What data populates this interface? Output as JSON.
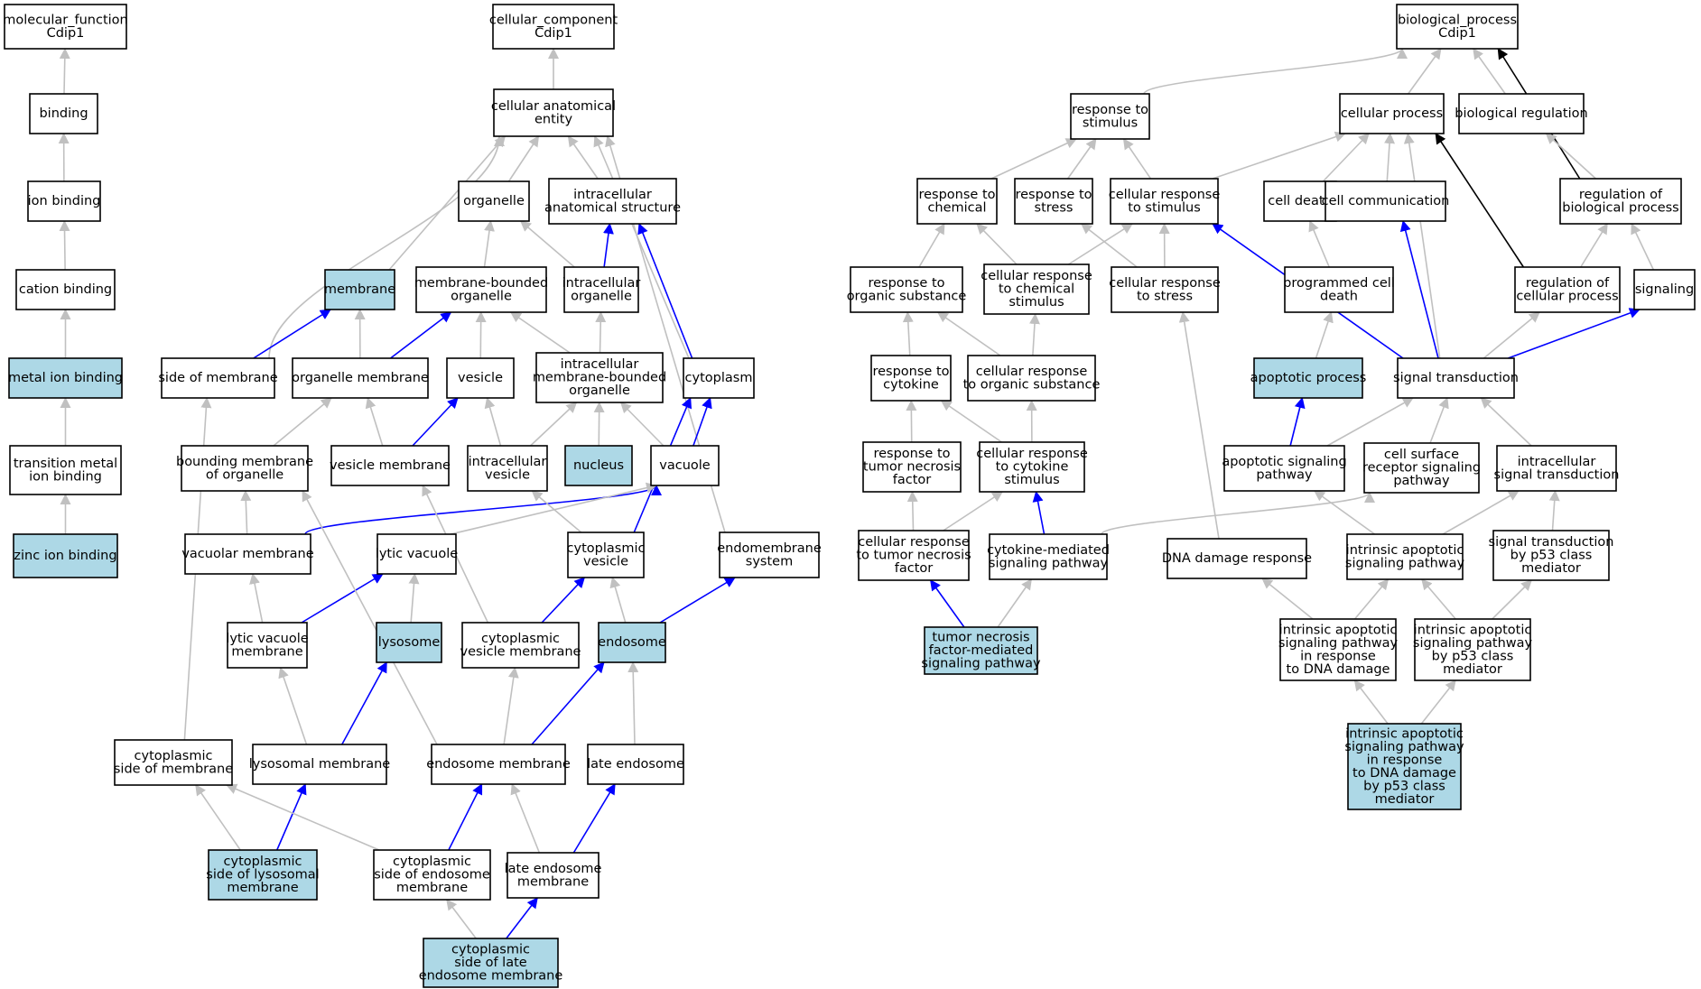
{
  "colors": {
    "highlight": "#add8e6",
    "plain": "#ffffff",
    "gray_edge": "#c0c0c0",
    "blue_edge": "#0000ff",
    "black_edge": "#000000"
  },
  "nodes": [
    {
      "id": "mf",
      "lines": [
        "molecular_function",
        "Cdip1"
      ],
      "hl": false
    },
    {
      "id": "binding",
      "lines": [
        "binding"
      ],
      "hl": false
    },
    {
      "id": "ionbind",
      "lines": [
        "ion binding"
      ],
      "hl": false
    },
    {
      "id": "cation",
      "lines": [
        "cation binding"
      ],
      "hl": false
    },
    {
      "id": "metal",
      "lines": [
        "metal ion binding"
      ],
      "hl": true
    },
    {
      "id": "transmetal",
      "lines": [
        "transition metal",
        "ion binding"
      ],
      "hl": false
    },
    {
      "id": "zinc",
      "lines": [
        "zinc ion binding"
      ],
      "hl": true
    },
    {
      "id": "cc",
      "lines": [
        "cellular_component",
        "Cdip1"
      ],
      "hl": false
    },
    {
      "id": "cae",
      "lines": [
        "cellular anatomical",
        "entity"
      ],
      "hl": false
    },
    {
      "id": "organelle",
      "lines": [
        "organelle"
      ],
      "hl": false
    },
    {
      "id": "ias",
      "lines": [
        "intracellular",
        "anatomical structure"
      ],
      "hl": false
    },
    {
      "id": "membrane",
      "lines": [
        "membrane"
      ],
      "hl": true
    },
    {
      "id": "mbo",
      "lines": [
        "membrane-bounded",
        "organelle"
      ],
      "hl": false
    },
    {
      "id": "intraorg",
      "lines": [
        "intracellular",
        "organelle"
      ],
      "hl": false
    },
    {
      "id": "sideofmem",
      "lines": [
        "side of membrane"
      ],
      "hl": false
    },
    {
      "id": "orgmem",
      "lines": [
        "organelle membrane"
      ],
      "hl": false
    },
    {
      "id": "vesicle",
      "lines": [
        "vesicle"
      ],
      "hl": false
    },
    {
      "id": "imbo",
      "lines": [
        "intracellular",
        "membrane-bounded",
        "organelle"
      ],
      "hl": false
    },
    {
      "id": "cytoplasm",
      "lines": [
        "cytoplasm"
      ],
      "hl": false
    },
    {
      "id": "bmo",
      "lines": [
        "bounding membrane",
        "of organelle"
      ],
      "hl": false
    },
    {
      "id": "vesmem",
      "lines": [
        "vesicle membrane"
      ],
      "hl": false
    },
    {
      "id": "intraves",
      "lines": [
        "intracellular",
        "vesicle"
      ],
      "hl": false
    },
    {
      "id": "nucleus",
      "lines": [
        "nucleus"
      ],
      "hl": true
    },
    {
      "id": "vacuole",
      "lines": [
        "vacuole"
      ],
      "hl": false
    },
    {
      "id": "vacmem",
      "lines": [
        "vacuolar membrane"
      ],
      "hl": false
    },
    {
      "id": "lyticvac",
      "lines": [
        "lytic vacuole"
      ],
      "hl": false
    },
    {
      "id": "cytoves",
      "lines": [
        "cytoplasmic",
        "vesicle"
      ],
      "hl": false
    },
    {
      "id": "endomem",
      "lines": [
        "endomembrane",
        "system"
      ],
      "hl": false
    },
    {
      "id": "lvm",
      "lines": [
        "lytic vacuole",
        "membrane"
      ],
      "hl": false
    },
    {
      "id": "lysosome",
      "lines": [
        "lysosome"
      ],
      "hl": true
    },
    {
      "id": "cvm",
      "lines": [
        "cytoplasmic",
        "vesicle membrane"
      ],
      "hl": false
    },
    {
      "id": "endosome",
      "lines": [
        "endosome"
      ],
      "hl": true
    },
    {
      "id": "csm",
      "lines": [
        "cytoplasmic",
        "side of membrane"
      ],
      "hl": false
    },
    {
      "id": "lysomem",
      "lines": [
        "lysosomal membrane"
      ],
      "hl": false
    },
    {
      "id": "endomemb",
      "lines": [
        "endosome membrane"
      ],
      "hl": false
    },
    {
      "id": "lateendo",
      "lines": [
        "late endosome"
      ],
      "hl": false
    },
    {
      "id": "cslm",
      "lines": [
        "cytoplasmic",
        "side of lysosomal",
        "membrane"
      ],
      "hl": true
    },
    {
      "id": "csem",
      "lines": [
        "cytoplasmic",
        "side of endosome",
        "membrane"
      ],
      "hl": false
    },
    {
      "id": "lem",
      "lines": [
        "late endosome",
        "membrane"
      ],
      "hl": false
    },
    {
      "id": "csle",
      "lines": [
        "cytoplasmic",
        "side of late",
        "endosome membrane"
      ],
      "hl": true
    },
    {
      "id": "bp",
      "lines": [
        "biological_process",
        "Cdip1"
      ],
      "hl": false
    },
    {
      "id": "respstim",
      "lines": [
        "response to",
        "stimulus"
      ],
      "hl": false
    },
    {
      "id": "cellproc",
      "lines": [
        "cellular process"
      ],
      "hl": false
    },
    {
      "id": "bioreg",
      "lines": [
        "biological regulation"
      ],
      "hl": false
    },
    {
      "id": "respchem",
      "lines": [
        "response to",
        "chemical"
      ],
      "hl": false
    },
    {
      "id": "respstress",
      "lines": [
        "response to",
        "stress"
      ],
      "hl": false
    },
    {
      "id": "crstim",
      "lines": [
        "cellular response",
        "to stimulus"
      ],
      "hl": false
    },
    {
      "id": "celldeath",
      "lines": [
        "cell death"
      ],
      "hl": false
    },
    {
      "id": "cellcomm",
      "lines": [
        "cell communication"
      ],
      "hl": false
    },
    {
      "id": "regbp",
      "lines": [
        "regulation of",
        "biological process"
      ],
      "hl": false
    },
    {
      "id": "resporg",
      "lines": [
        "response to",
        "organic substance"
      ],
      "hl": false
    },
    {
      "id": "crchem",
      "lines": [
        "cellular response",
        "to chemical",
        "stimulus"
      ],
      "hl": false
    },
    {
      "id": "crstress",
      "lines": [
        "cellular response",
        "to stress"
      ],
      "hl": false
    },
    {
      "id": "pcd",
      "lines": [
        "programmed cell",
        "death"
      ],
      "hl": false
    },
    {
      "id": "regcp",
      "lines": [
        "regulation of",
        "cellular process"
      ],
      "hl": false
    },
    {
      "id": "signaling",
      "lines": [
        "signaling"
      ],
      "hl": false
    },
    {
      "id": "respcyto",
      "lines": [
        "response to",
        "cytokine"
      ],
      "hl": false
    },
    {
      "id": "crorg",
      "lines": [
        "cellular response",
        "to organic substance"
      ],
      "hl": false
    },
    {
      "id": "apoptotic",
      "lines": [
        "apoptotic process"
      ],
      "hl": true
    },
    {
      "id": "sigtrans",
      "lines": [
        "signal transduction"
      ],
      "hl": false
    },
    {
      "id": "resptnf",
      "lines": [
        "response to",
        "tumor necrosis",
        "factor"
      ],
      "hl": false
    },
    {
      "id": "crcyto",
      "lines": [
        "cellular response",
        "to cytokine",
        "stimulus"
      ],
      "hl": false
    },
    {
      "id": "asp",
      "lines": [
        "apoptotic signaling",
        "pathway"
      ],
      "hl": false
    },
    {
      "id": "csrsp",
      "lines": [
        "cell surface",
        "receptor signaling",
        "pathway"
      ],
      "hl": false
    },
    {
      "id": "ist",
      "lines": [
        "intracellular",
        "signal transduction"
      ],
      "hl": false
    },
    {
      "id": "crtnf",
      "lines": [
        "cellular response",
        "to tumor necrosis",
        "factor"
      ],
      "hl": false
    },
    {
      "id": "cmsp",
      "lines": [
        "cytokine-mediated",
        "signaling pathway"
      ],
      "hl": false
    },
    {
      "id": "dnadmg",
      "lines": [
        "DNA damage response"
      ],
      "hl": false
    },
    {
      "id": "iasp",
      "lines": [
        "intrinsic apoptotic",
        "signaling pathway"
      ],
      "hl": false
    },
    {
      "id": "stp53",
      "lines": [
        "signal transduction",
        "by p53 class",
        "mediator"
      ],
      "hl": false
    },
    {
      "id": "tnfsp",
      "lines": [
        "tumor necrosis",
        "factor-mediated",
        "signaling pathway"
      ],
      "hl": true
    },
    {
      "id": "iaspdna",
      "lines": [
        "intrinsic apoptotic",
        "signaling pathway",
        "in response",
        "to DNA damage"
      ],
      "hl": false
    },
    {
      "id": "iaspp53",
      "lines": [
        "intrinsic apoptotic",
        "signaling pathway",
        "by p53 class",
        "mediator"
      ],
      "hl": false
    },
    {
      "id": "iaspdnap53",
      "lines": [
        "intrinsic apoptotic",
        "signaling pathway",
        "in response",
        "to DNA damage",
        "by p53 class",
        "mediator"
      ],
      "hl": true
    }
  ],
  "edges": [
    [
      "binding",
      "mf",
      "gray"
    ],
    [
      "ionbind",
      "binding",
      "gray"
    ],
    [
      "cation",
      "ionbind",
      "gray"
    ],
    [
      "metal",
      "cation",
      "gray"
    ],
    [
      "transmetal",
      "metal",
      "gray"
    ],
    [
      "zinc",
      "transmetal",
      "gray"
    ],
    [
      "cae",
      "cc",
      "gray"
    ],
    [
      "organelle",
      "cae",
      "gray"
    ],
    [
      "ias",
      "cae",
      "gray"
    ],
    [
      "membrane",
      "cae",
      "gray"
    ],
    [
      "sideofmem",
      "cae",
      "gray"
    ],
    [
      "cytoplasm",
      "cae",
      "gray"
    ],
    [
      "endomem",
      "cae",
      "gray"
    ],
    [
      "mbo",
      "organelle",
      "gray"
    ],
    [
      "intraorg",
      "organelle",
      "gray"
    ],
    [
      "intraorg",
      "ias",
      "blue"
    ],
    [
      "cytoplasm",
      "ias",
      "blue"
    ],
    [
      "sideofmem",
      "membrane",
      "blue"
    ],
    [
      "orgmem",
      "membrane",
      "gray"
    ],
    [
      "orgmem",
      "mbo",
      "blue"
    ],
    [
      "vesicle",
      "mbo",
      "gray"
    ],
    [
      "imbo",
      "mbo",
      "gray"
    ],
    [
      "imbo",
      "intraorg",
      "gray"
    ],
    [
      "bmo",
      "orgmem",
      "gray"
    ],
    [
      "vesmem",
      "orgmem",
      "gray"
    ],
    [
      "vesmem",
      "vesicle",
      "blue"
    ],
    [
      "intraves",
      "vesicle",
      "gray"
    ],
    [
      "intraves",
      "imbo",
      "gray"
    ],
    [
      "nucleus",
      "imbo",
      "gray"
    ],
    [
      "vacuole",
      "imbo",
      "gray"
    ],
    [
      "vacuole",
      "cytoplasm",
      "blue"
    ],
    [
      "cytoves",
      "cytoplasm",
      "blue"
    ],
    [
      "csm",
      "sideofmem",
      "gray"
    ],
    [
      "vacmem",
      "bmo",
      "gray"
    ],
    [
      "vacmem",
      "vacuole",
      "blue"
    ],
    [
      "lyticvac",
      "vacuole",
      "gray"
    ],
    [
      "cvm",
      "vesmem",
      "gray"
    ],
    [
      "cytoves",
      "intraves",
      "gray"
    ],
    [
      "lvm",
      "vacmem",
      "gray"
    ],
    [
      "lvm",
      "lyticvac",
      "blue"
    ],
    [
      "lysosome",
      "lyticvac",
      "gray"
    ],
    [
      "cvm",
      "cytoves",
      "blue"
    ],
    [
      "endosome",
      "cytoves",
      "gray"
    ],
    [
      "endosome",
      "endomem",
      "blue"
    ],
    [
      "lysomem",
      "lvm",
      "gray"
    ],
    [
      "lysomem",
      "lysosome",
      "blue"
    ],
    [
      "endomemb",
      "bmo",
      "gray"
    ],
    [
      "endomemb",
      "cvm",
      "gray"
    ],
    [
      "endomemb",
      "endosome",
      "blue"
    ],
    [
      "lateendo",
      "endosome",
      "gray"
    ],
    [
      "cslm",
      "csm",
      "gray"
    ],
    [
      "cslm",
      "lysomem",
      "blue"
    ],
    [
      "csem",
      "csm",
      "gray"
    ],
    [
      "csem",
      "endomemb",
      "blue"
    ],
    [
      "lem",
      "endomemb",
      "gray"
    ],
    [
      "lem",
      "lateendo",
      "blue"
    ],
    [
      "csle",
      "csem",
      "gray"
    ],
    [
      "csle",
      "lem",
      "blue"
    ],
    [
      "respstim",
      "bp",
      "gray"
    ],
    [
      "cellproc",
      "bp",
      "gray"
    ],
    [
      "bioreg",
      "bp",
      "gray"
    ],
    [
      "regbp",
      "bp",
      "black"
    ],
    [
      "respchem",
      "respstim",
      "gray"
    ],
    [
      "respstress",
      "respstim",
      "gray"
    ],
    [
      "crstim",
      "respstim",
      "gray"
    ],
    [
      "crstim",
      "cellproc",
      "gray"
    ],
    [
      "celldeath",
      "cellproc",
      "gray"
    ],
    [
      "cellcomm",
      "cellproc",
      "gray"
    ],
    [
      "sigtrans",
      "cellproc",
      "gray"
    ],
    [
      "regcp",
      "cellproc",
      "black"
    ],
    [
      "regbp",
      "bioreg",
      "gray"
    ],
    [
      "resporg",
      "respchem",
      "gray"
    ],
    [
      "crchem",
      "respchem",
      "gray"
    ],
    [
      "crchem",
      "crstim",
      "gray"
    ],
    [
      "crstress",
      "crstim",
      "gray"
    ],
    [
      "crstress",
      "respstress",
      "gray"
    ],
    [
      "pcd",
      "celldeath",
      "gray"
    ],
    [
      "sigtrans",
      "cellcomm",
      "blue"
    ],
    [
      "sigtrans",
      "crstim",
      "blue"
    ],
    [
      "regcp",
      "regbp",
      "gray"
    ],
    [
      "signaling",
      "regbp",
      "gray"
    ],
    [
      "respcyto",
      "resporg",
      "gray"
    ],
    [
      "crorg",
      "resporg",
      "gray"
    ],
    [
      "crorg",
      "crchem",
      "gray"
    ],
    [
      "dnadmg",
      "crstress",
      "gray"
    ],
    [
      "apoptotic",
      "pcd",
      "gray"
    ],
    [
      "sigtrans",
      "regcp",
      "gray"
    ],
    [
      "sigtrans",
      "signaling",
      "blue"
    ],
    [
      "resptnf",
      "respcyto",
      "gray"
    ],
    [
      "crcyto",
      "respcyto",
      "gray"
    ],
    [
      "crcyto",
      "crorg",
      "gray"
    ],
    [
      "asp",
      "apoptotic",
      "blue"
    ],
    [
      "asp",
      "sigtrans",
      "gray"
    ],
    [
      "csrsp",
      "sigtrans",
      "gray"
    ],
    [
      "ist",
      "sigtrans",
      "gray"
    ],
    [
      "crtnf",
      "resptnf",
      "gray"
    ],
    [
      "crtnf",
      "crcyto",
      "gray"
    ],
    [
      "cmsp",
      "crcyto",
      "blue"
    ],
    [
      "cmsp",
      "csrsp",
      "gray"
    ],
    [
      "iasp",
      "asp",
      "gray"
    ],
    [
      "iasp",
      "ist",
      "gray"
    ],
    [
      "stp53",
      "ist",
      "gray"
    ],
    [
      "tnfsp",
      "crtnf",
      "blue"
    ],
    [
      "tnfsp",
      "cmsp",
      "gray"
    ],
    [
      "iaspdna",
      "dnadmg",
      "gray"
    ],
    [
      "iaspdna",
      "iasp",
      "gray"
    ],
    [
      "iaspp53",
      "iasp",
      "gray"
    ],
    [
      "iaspp53",
      "stp53",
      "gray"
    ],
    [
      "iaspdnap53",
      "iaspdna",
      "gray"
    ],
    [
      "iaspdnap53",
      "iaspp53",
      "gray"
    ]
  ]
}
